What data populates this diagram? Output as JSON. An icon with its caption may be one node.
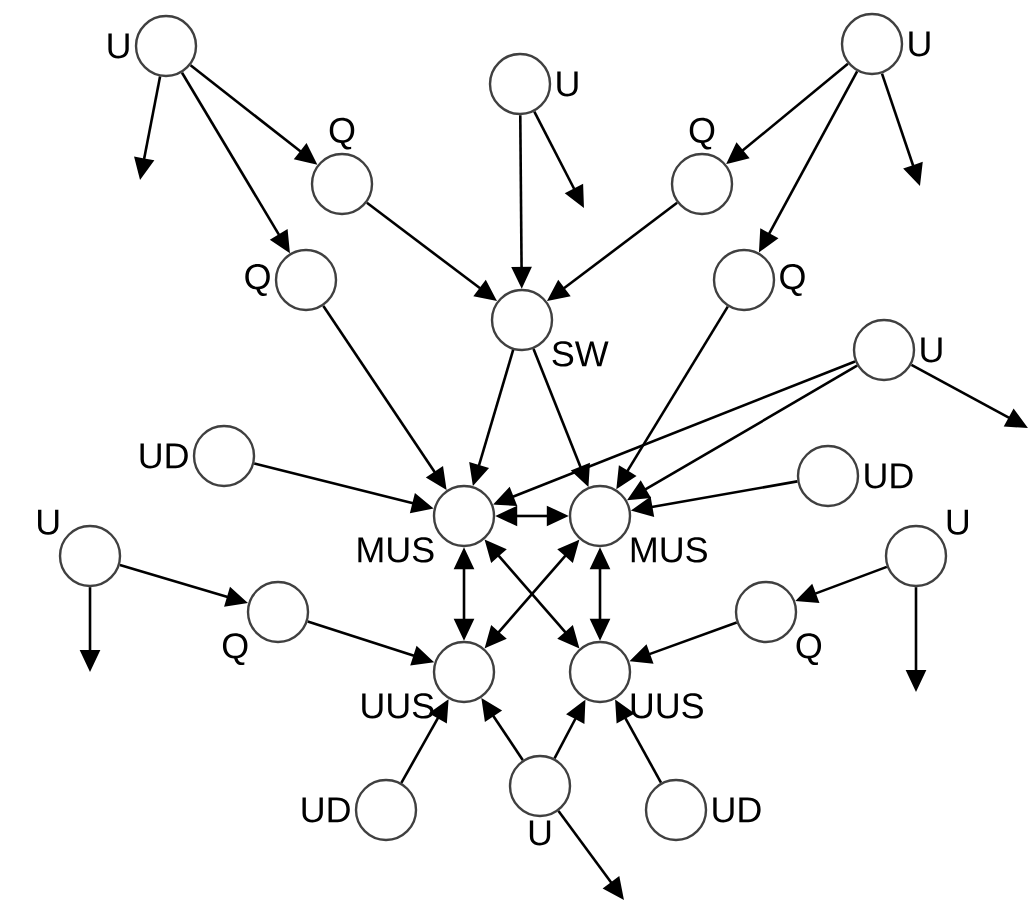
{
  "diagram": {
    "nodes": [
      {
        "text": [
          "U"
        ]
      },
      {
        "text": [
          "Q"
        ]
      },
      {
        "text": [
          "Q"
        ]
      },
      {
        "text": [
          "U"
        ]
      },
      {
        "text": [
          "Q"
        ]
      },
      {
        "text": [
          "U"
        ]
      },
      {
        "text": [
          "Q"
        ]
      },
      {
        "text": [
          "SW"
        ]
      },
      {
        "text": [
          "U"
        ]
      },
      {
        "text": [
          "UD"
        ]
      },
      {
        "text": [
          "UD"
        ]
      },
      {
        "text": [
          "MUS"
        ]
      },
      {
        "text": [
          "MUS"
        ]
      },
      {
        "text": [
          "U"
        ]
      },
      {
        "text": [
          "Q"
        ]
      },
      {
        "text": [
          "Q"
        ]
      },
      {
        "text": [
          "U"
        ]
      },
      {
        "text": [
          "UUS"
        ]
      },
      {
        "text": [
          "UUS"
        ]
      },
      {
        "text": [
          "UD"
        ]
      },
      {
        "text": [
          "U"
        ]
      },
      {
        "text": [
          "UD"
        ]
      }
    ],
    "edges": [
      {
        "from": 0,
        "to": null,
        "arrow": "to"
      },
      {
        "from": 0,
        "to": 1,
        "arrow": "to"
      },
      {
        "from": 0,
        "to": 2,
        "arrow": "to"
      },
      {
        "from": 1,
        "to": 7,
        "arrow": "to"
      },
      {
        "from": 3,
        "to": 7,
        "arrow": "to"
      },
      {
        "from": 3,
        "to": null,
        "arrow": "to"
      },
      {
        "from": 5,
        "to": 4,
        "arrow": "to"
      },
      {
        "from": 5,
        "to": 6,
        "arrow": "to"
      },
      {
        "from": 5,
        "to": null,
        "arrow": "to"
      },
      {
        "from": 4,
        "to": 7,
        "arrow": "to"
      },
      {
        "from": 2,
        "to": 11,
        "arrow": "to"
      },
      {
        "from": 7,
        "to": 11,
        "arrow": "to"
      },
      {
        "from": 7,
        "to": 12,
        "arrow": "to"
      },
      {
        "from": 6,
        "to": 12,
        "arrow": "to"
      },
      {
        "from": 8,
        "to": 11,
        "arrow": "to"
      },
      {
        "from": 8,
        "to": 12,
        "arrow": "to"
      },
      {
        "from": 8,
        "to": null,
        "arrow": "to"
      },
      {
        "from": 9,
        "to": 11,
        "arrow": "to"
      },
      {
        "from": 10,
        "to": 12,
        "arrow": "to"
      },
      {
        "from": 11,
        "to": 12,
        "arrow": "both"
      },
      {
        "from": 11,
        "to": 17,
        "arrow": "both"
      },
      {
        "from": 12,
        "to": 18,
        "arrow": "both"
      },
      {
        "from": 11,
        "to": 18,
        "arrow": "both"
      },
      {
        "from": 12,
        "to": 17,
        "arrow": "both"
      },
      {
        "from": 13,
        "to": null,
        "arrow": "to"
      },
      {
        "from": 13,
        "to": 14,
        "arrow": "to"
      },
      {
        "from": 14,
        "to": 17,
        "arrow": "to"
      },
      {
        "from": 16,
        "to": 15,
        "arrow": "to"
      },
      {
        "from": 16,
        "to": null,
        "arrow": "to"
      },
      {
        "from": 15,
        "to": 18,
        "arrow": "to"
      },
      {
        "from": 19,
        "to": 17,
        "arrow": "to"
      },
      {
        "from": 20,
        "to": 17,
        "arrow": "to"
      },
      {
        "from": 20,
        "to": 18,
        "arrow": "to"
      },
      {
        "from": 20,
        "to": null,
        "arrow": "to"
      },
      {
        "from": 21,
        "to": 18,
        "arrow": "to"
      }
    ]
  }
}
